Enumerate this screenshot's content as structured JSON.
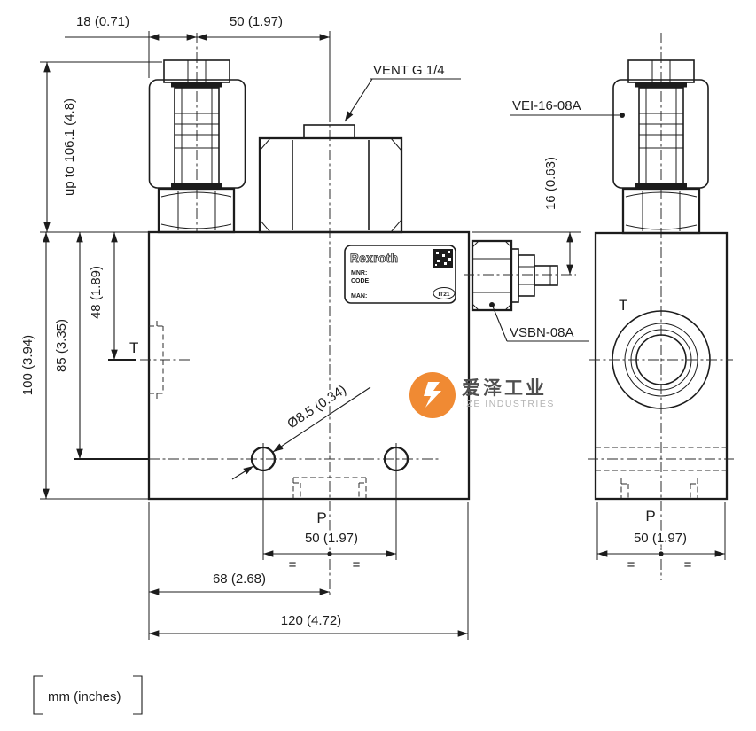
{
  "dimensions": {
    "bolt_offset": "18 (0.71)",
    "vent_spacing": "50 (1.97)",
    "stack_height": "up to 106.1 (4.8)",
    "block_height": "100 (3.94)",
    "hole_row_height": "85 (3.35)",
    "t_port_height": "48 (1.89)",
    "vsbn_drop": "16 (0.63)",
    "p_port_spacing": "50 (1.97)",
    "hole_offset": "68 (2.68)",
    "block_width": "120 (4.72)",
    "mount_hole_dia": "Ø8.5 (0.34)"
  },
  "labels": {
    "vent": "VENT G 1/4",
    "cartridge": "VEI-16-08A",
    "plug": "VSBN-08A",
    "port_t": "T",
    "port_p": "P",
    "equals": "="
  },
  "nameplate": {
    "brand": "Rexroth",
    "mnr": "MNR:",
    "code": "CODE:",
    "man": "MAN:",
    "cert": "IT21"
  },
  "watermark": {
    "company_cn": "爱泽工业",
    "company_en": "IZE INDUSTRIES",
    "accent_color": "#f08a33"
  },
  "units_note": "mm (inches)"
}
